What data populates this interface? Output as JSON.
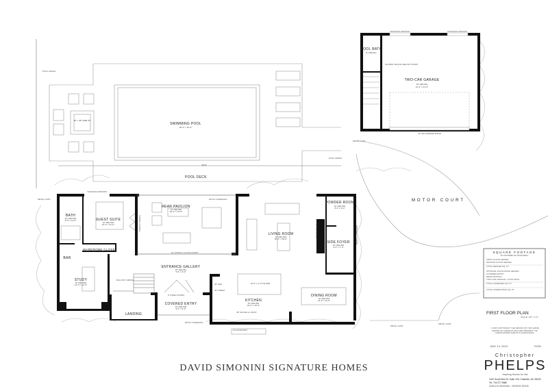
{
  "pool_area": {
    "pool_fence": "POOL FENCE",
    "pool_fence_right": "POOL FENCE",
    "fire_pit": "48\" x 48\" FIRE PIT",
    "pool_name": "SWIMMING POOL",
    "pool_size": "20'-0\" x 16'-0\"",
    "deck_dimension": "48'-8\"",
    "pool_deck": "POOL DECK",
    "metal_gate_left": "METAL GATE",
    "metal_gate_garage": "METAL GATE"
  },
  "garage": {
    "transom_1": "TRANSOM WINDOW",
    "transom_2": "TRANSOM WINDOW",
    "pool_bath": "POOL BATH",
    "pool_bath_ceiling": "8' CEILING",
    "sloped_ceiling": "SLOPED CEILING BELOW STAIRS",
    "name": "TWO-CAR GARAGE",
    "ceiling": "10' CEILING",
    "size": "21'-4\" x 21'-0\"",
    "door": "16' O/H GARAGE DOOR"
  },
  "motor_court": "MOTOR COURT",
  "rooms": [
    {
      "name": "BATH",
      "ceiling": "10' CEILING",
      "size": "8'-0\" x 11'-0\""
    },
    {
      "name": "GUEST SUITE",
      "ceiling": "10' CEILING",
      "size": "13'-0\" x 11'-0\""
    },
    {
      "name": "REAR PAVILION",
      "ceiling": "12' CEILING",
      "size": "23'-0\" x 13'-6\""
    },
    {
      "name": "LIVING ROOM",
      "ceiling": "12' CEILING",
      "size": "20'-0\" x 18'-0\""
    },
    {
      "name": "POWDER ROOM",
      "ceiling": "10' CEILING",
      "size": "6'-0\" x 6'-4\""
    },
    {
      "name": "SIDE FOYER",
      "ceiling": "10' CEILING",
      "size": "6'-0\" x 7'-0\""
    },
    {
      "name": "STUDY",
      "ceiling": "10' CEILING",
      "size": "13'-0\" x 11'-0\""
    },
    {
      "name": "ENTRANCE GALLERY",
      "ceiling": "10' CEILING",
      "size": "5'-6\" x 8'-0\""
    },
    {
      "name": "COVERED ENTRY",
      "ceiling": "10' CEILING",
      "size": "9'-6\" x 6'-0\""
    },
    {
      "name": "KITCHEN",
      "ceiling": "10' CEILING",
      "size": "19'-0\" x 15'-4\""
    },
    {
      "name": "DINING ROOM",
      "ceiling": "10' CEILING",
      "size": "13'-0\" x 11'-0\""
    }
  ],
  "notes": {
    "transom": "TRANSOM WINDOW",
    "wardrobe": "WARDROBE CLOSET",
    "bar": "BAR",
    "french_doors": "FRENCH DOORS",
    "balcony": "BALCONY ABOVE",
    "landing": "LANDING",
    "roof_overhang": "ROOF OVERHANG",
    "sliding_doors": "20' SLIDING GLASS DOORS",
    "steel_doors": "8' STEEL DOORS",
    "fireplace": "48\" FIREPLACE",
    "bench": "BENCH + LOCKERS",
    "island": "10'-0\" x 4'-0\" ISLAND",
    "range": "48\" RANGE w/ HOOD",
    "planter": "PLANTER BOX",
    "ref": "36\" REF.",
    "freezer": "36\" FREEZ.",
    "front_overhang": "ROOF OVERHANG",
    "metal_gate_right": "METAL GATE",
    "metal_gate_court": "METAL GATE"
  },
  "square_footage": {
    "title": "SQUARE FOOTAGE",
    "subtitle": "TO OUTSIDE OF STUD WALL",
    "rows": [
      "FIRST FLOOR HEATED",
      "SECOND FLOOR HEATED",
      "TOTAL HEATED SQ. FT.",
      "OPTIONAL SUITE ROOM HEATED",
      "COVERED ENTRY",
      "REAR PAVILION",
      "TWO-CAR GARAGE + POOL BATH",
      "TOTAL UNHEATED SQ. FT.",
      "TOTAL UNDER ROOF SQ. FT."
    ]
  },
  "plan_title": "FIRST FLOOR PLAN",
  "scale": "SCALE: 1/8\" = 1'-0\"",
  "copyright": "© 2015 COPYRIGHT. THE DESIGN OF THIS HOME SHOWN ON THESE PLANS ARE PROPERTY OF CHRISTOPHER PHELPS & ASSOCIATES.",
  "date": "MAY 14, 2015",
  "rev": "ROW",
  "firm": {
    "first": "Christopher",
    "last": "PHELPS",
    "tagline": "Inspiring Homes for Life",
    "address": "1100 South Mint St, Suite 109, Charlotte, NC 28203",
    "tel": "Tel. 704.377.5580",
    "project": "3208-015   SIMONINI - VERNON DRIVE"
  },
  "client": "DAVID SIMONINI SIGNATURE HOMES"
}
